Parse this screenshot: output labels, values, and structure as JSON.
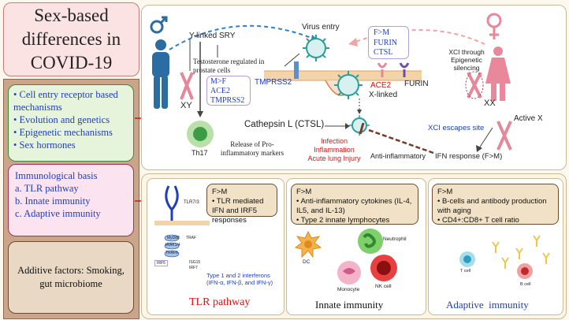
{
  "title": "Sex-based differences in COVID-19",
  "mechanisms": [
    "• Cell entry receptor based mechanisms",
    "• Evolution and genetics",
    "• Epigenetic mechanisms",
    "• Sex hormones"
  ],
  "immunological": {
    "heading": "Immunological basis",
    "items": [
      "a. TLR pathway",
      "b. Innate immunity",
      "c. Adaptive immunity"
    ]
  },
  "additive": "Additive factors: Smoking, gut microbiome",
  "top": {
    "y_linked": "Y-linked  SRY",
    "testosterone": "Testosterone regulated in prostate cells",
    "male_box": [
      "M>F",
      "ACE2",
      "TMPRSS2"
    ],
    "xy": "XY",
    "th17": "Th17",
    "release": "Release of Pro-inflammatory markers",
    "virus_entry": "Virus entry",
    "tmprss2": "TMPRSS2",
    "female_box": [
      "F>M",
      "FURIN",
      "CTSL"
    ],
    "ace2": "ACE2",
    "x_linked": "X-linked",
    "furin": "FURIN",
    "xci_silencing": "XCI through Epigenetic silencing",
    "xx": "XX",
    "active_x": "Active X",
    "xci_escapes": "XCI escapes site",
    "cathepsin": "Cathepsin L (CTSL)",
    "infection": [
      "Infection",
      "Inflammation",
      "Acute lung Injury"
    ],
    "anti_inflammatory": "Anti-inflammatory",
    "ifn_response": "IFN response (F>M)"
  },
  "tlr": {
    "fm": [
      "F>M",
      "• TLR mediated IFN and IRF5 responses"
    ],
    "receptor": "TLR7/3",
    "myd88": "MyD88",
    "traf": "TRAF",
    "irak": "IRAK1/4",
    "traf6": "TRAF6",
    "irf5": "IRF5",
    "isg": "ISG15",
    "irf7": "IRF7",
    "interferons": "Type 1 and 2 interferons (IFN-α, IFN-β, and IFN-γ)",
    "label": "TLR pathway"
  },
  "innate": {
    "fm": [
      "F>M",
      "• Anti-inflammatory cytokines (IL-4, IL5, and IL-13)",
      "• Type 2 innate lymphocytes"
    ],
    "neutrophil": "Neutrophil",
    "dc": "DC",
    "monocyte": "Monocyte",
    "nk": "NK cell",
    "label": "Innate immunity"
  },
  "adaptive": {
    "fm": [
      "F>M",
      "• B-cells and antibody production with aging",
      "• CD4+:CD8+ T cell ratio"
    ],
    "tcell": "T cell",
    "bcell": "B cell",
    "label": "Adaptive  immunity"
  },
  "colors": {
    "male": "#2b6ca3",
    "female": "#e8889a",
    "label_red": "#d11111",
    "label_blue": "#1f3fbf"
  }
}
